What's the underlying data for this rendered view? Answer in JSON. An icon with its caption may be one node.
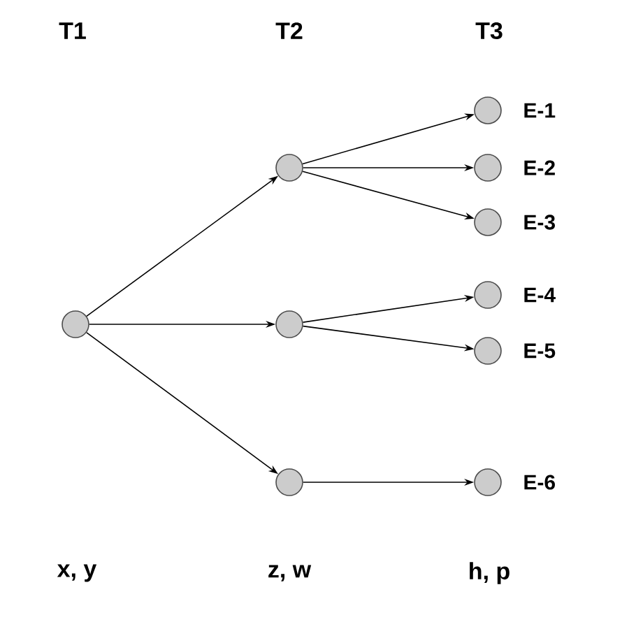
{
  "diagram": {
    "nodes": [
      {
        "text": [],
        "shape": "circle"
      },
      {
        "text": [],
        "shape": "circle"
      },
      {
        "text": [],
        "shape": "circle"
      },
      {
        "text": [],
        "shape": "circle"
      },
      {
        "text": [],
        "shape": "circle",
        "beside": [
          "E-1"
        ]
      },
      {
        "text": [],
        "shape": "circle",
        "beside": [
          "E-2"
        ]
      },
      {
        "text": [],
        "shape": "circle",
        "beside": [
          "E-3"
        ]
      },
      {
        "text": [],
        "shape": "circle",
        "beside": [
          "E-4"
        ]
      },
      {
        "text": [],
        "shape": "circle",
        "beside": [
          "E-5"
        ]
      },
      {
        "text": [],
        "shape": "circle",
        "beside": [
          "E-6"
        ]
      }
    ],
    "edges": [
      {
        "from": 0,
        "to": 1,
        "arrow": "to"
      },
      {
        "from": 0,
        "to": 2,
        "arrow": "to"
      },
      {
        "from": 0,
        "to": 3,
        "arrow": "to"
      },
      {
        "from": 1,
        "to": 4,
        "arrow": "to"
      },
      {
        "from": 1,
        "to": 5,
        "arrow": "to"
      },
      {
        "from": 1,
        "to": 6,
        "arrow": "to"
      },
      {
        "from": 2,
        "to": 7,
        "arrow": "to"
      },
      {
        "from": 2,
        "to": 8,
        "arrow": "to"
      },
      {
        "from": 3,
        "to": 9,
        "arrow": "to"
      }
    ],
    "labels": [
      "T1",
      "T2",
      "T3",
      "x, y",
      "z, w",
      "h, p"
    ]
  }
}
